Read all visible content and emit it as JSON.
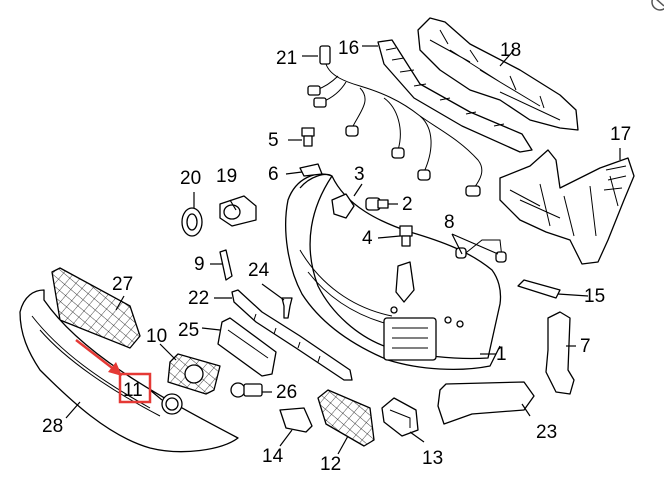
{
  "diagram": {
    "accent_arrow_color": "#e53935",
    "highlight_box_color": "#e53935",
    "corner_icon": "close-icon",
    "callouts": [
      {
        "id": "1",
        "label": "1"
      },
      {
        "id": "2",
        "label": "2"
      },
      {
        "id": "3",
        "label": "3"
      },
      {
        "id": "4",
        "label": "4"
      },
      {
        "id": "5",
        "label": "5"
      },
      {
        "id": "6",
        "label": "6"
      },
      {
        "id": "7",
        "label": "7"
      },
      {
        "id": "8",
        "label": "8"
      },
      {
        "id": "9",
        "label": "9"
      },
      {
        "id": "10",
        "label": "10"
      },
      {
        "id": "11",
        "label": "11"
      },
      {
        "id": "12",
        "label": "12"
      },
      {
        "id": "13",
        "label": "13"
      },
      {
        "id": "14",
        "label": "14"
      },
      {
        "id": "15",
        "label": "15"
      },
      {
        "id": "16",
        "label": "16"
      },
      {
        "id": "17",
        "label": "17"
      },
      {
        "id": "18",
        "label": "18"
      },
      {
        "id": "19",
        "label": "19"
      },
      {
        "id": "20",
        "label": "20"
      },
      {
        "id": "21",
        "label": "21"
      },
      {
        "id": "22",
        "label": "22"
      },
      {
        "id": "23",
        "label": "23"
      },
      {
        "id": "24",
        "label": "24"
      },
      {
        "id": "25",
        "label": "25"
      },
      {
        "id": "26",
        "label": "26"
      },
      {
        "id": "27",
        "label": "27"
      },
      {
        "id": "28",
        "label": "28"
      }
    ]
  }
}
